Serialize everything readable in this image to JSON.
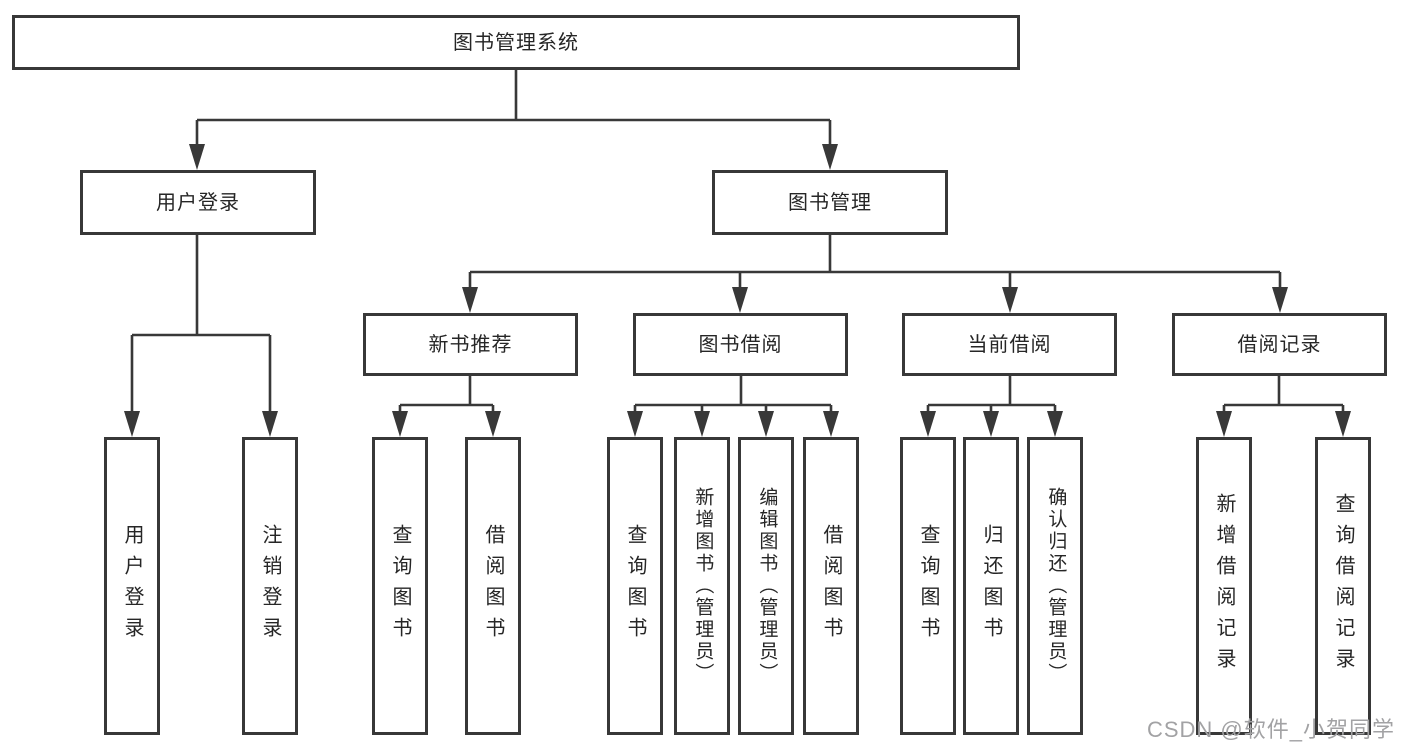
{
  "colors": {
    "background": "#ffffff",
    "box_fill": "#ffffff",
    "box_border": "#383838",
    "line": "#383838",
    "text": "#262626",
    "watermark": "#a2a2a4"
  },
  "tree": {
    "label": "图书管理系统",
    "children": [
      {
        "label": "用户登录",
        "children": [
          {
            "label": "用户登录"
          },
          {
            "label": "注销登录"
          }
        ]
      },
      {
        "label": "图书管理",
        "children": [
          {
            "label": "新书推荐",
            "children": [
              {
                "label": "查询图书"
              },
              {
                "label": "借阅图书"
              }
            ]
          },
          {
            "label": "图书借阅",
            "children": [
              {
                "label": "查询图书"
              },
              {
                "label": "新增图书（管理员）"
              },
              {
                "label": "编辑图书（管理员）"
              },
              {
                "label": "借阅图书"
              }
            ]
          },
          {
            "label": "当前借阅",
            "children": [
              {
                "label": "查询图书"
              },
              {
                "label": "归还图书"
              },
              {
                "label": "确认归还（管理员）"
              }
            ]
          },
          {
            "label": "借阅记录",
            "children": [
              {
                "label": "新增借阅记录"
              },
              {
                "label": "查询借阅记录"
              }
            ]
          }
        ]
      }
    ]
  },
  "watermark": {
    "text": "CSDN @软件_小贺同学"
  }
}
